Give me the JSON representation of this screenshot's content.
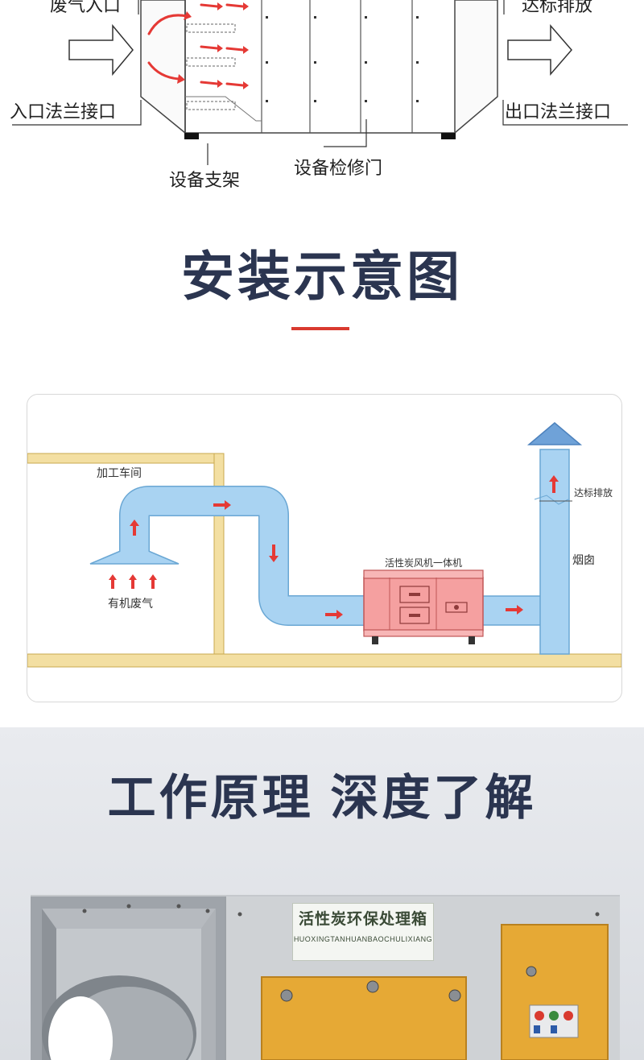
{
  "top_diagram": {
    "labels": {
      "exhaust_inlet": "废气入口",
      "compliant_discharge": "达标排放",
      "inlet_flange": "入口法兰接口",
      "outlet_flange": "出口法兰接口",
      "equipment_support": "设备支架",
      "maintenance_door": "设备检修门"
    }
  },
  "install_section": {
    "title": "安装示意图",
    "accent_color": "#d93a2f",
    "labels": {
      "workshop": "加工车间",
      "organic_exhaust": "有机废气",
      "machine": "活性炭风机一体机",
      "discharge": "达标排放",
      "chimney": "烟囱"
    },
    "colors": {
      "duct": "#a9d3f2",
      "wall": "#f3dfa2",
      "machine": "#f5a0a0",
      "arrow": "#e53935"
    }
  },
  "principle_section": {
    "title": "工作原理  深度了解",
    "plate_cn": "活性炭环保处理箱",
    "plate_en": "HUOXINGTANHUANBAOCHULIXIANG"
  }
}
